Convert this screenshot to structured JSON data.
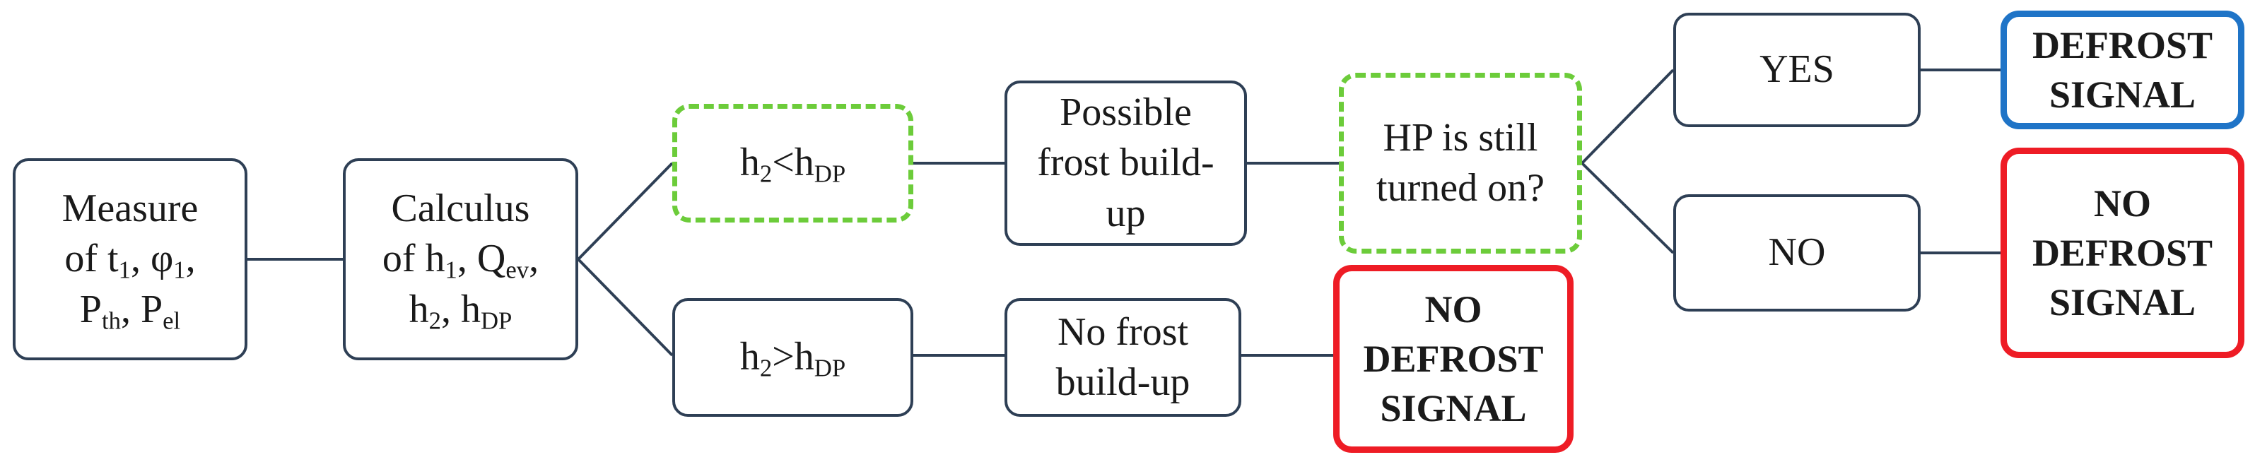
{
  "nodes": {
    "measure": {
      "l1": "Measure",
      "l2_a": "of t",
      "l2_a_sub": "1",
      "l2_b": ", φ",
      "l2_b_sub": "1",
      "l2_c": ",",
      "l3_a": "P",
      "l3_a_sub": "th",
      "l3_b": ", P",
      "l3_b_sub": "el"
    },
    "calculus": {
      "l1": "Calculus",
      "l2_a": "of h",
      "l2_a_sub": "1",
      "l2_b": ", Q",
      "l2_b_sub": "ev",
      "l2_c": ",",
      "l3_a": "h",
      "l3_a_sub": "2",
      "l3_b": ", h",
      "l3_b_sub": "DP"
    },
    "cond_lt": {
      "a": "h",
      "a_sub": "2",
      "op": "<h",
      "b_sub": "DP"
    },
    "cond_gt": {
      "a": "h",
      "a_sub": "2",
      "op": ">h",
      "b_sub": "DP"
    },
    "possible_frost": {
      "l1": "Possible",
      "l2": "frost build-",
      "l3": "up"
    },
    "no_frost": {
      "l1": "No frost",
      "l2": "build-up"
    },
    "hp_question": {
      "l1": "HP is still",
      "l2": "turned on?"
    },
    "yes": {
      "label": "YES"
    },
    "no": {
      "label": "NO"
    },
    "defrost_signal": {
      "l1": "DEFROST",
      "l2": "SIGNAL"
    },
    "no_defrost_top": {
      "l1": "NO",
      "l2": "DEFROST",
      "l3": "SIGNAL"
    },
    "no_defrost_bottom": {
      "l1": "NO",
      "l2": "DEFROST",
      "l3": "SIGNAL"
    }
  },
  "colors": {
    "box_border": "#2e3f55",
    "condition_dashed": "#6ccc3a",
    "no_signal_border": "#ee1c25",
    "signal_border": "#1f74c7"
  }
}
